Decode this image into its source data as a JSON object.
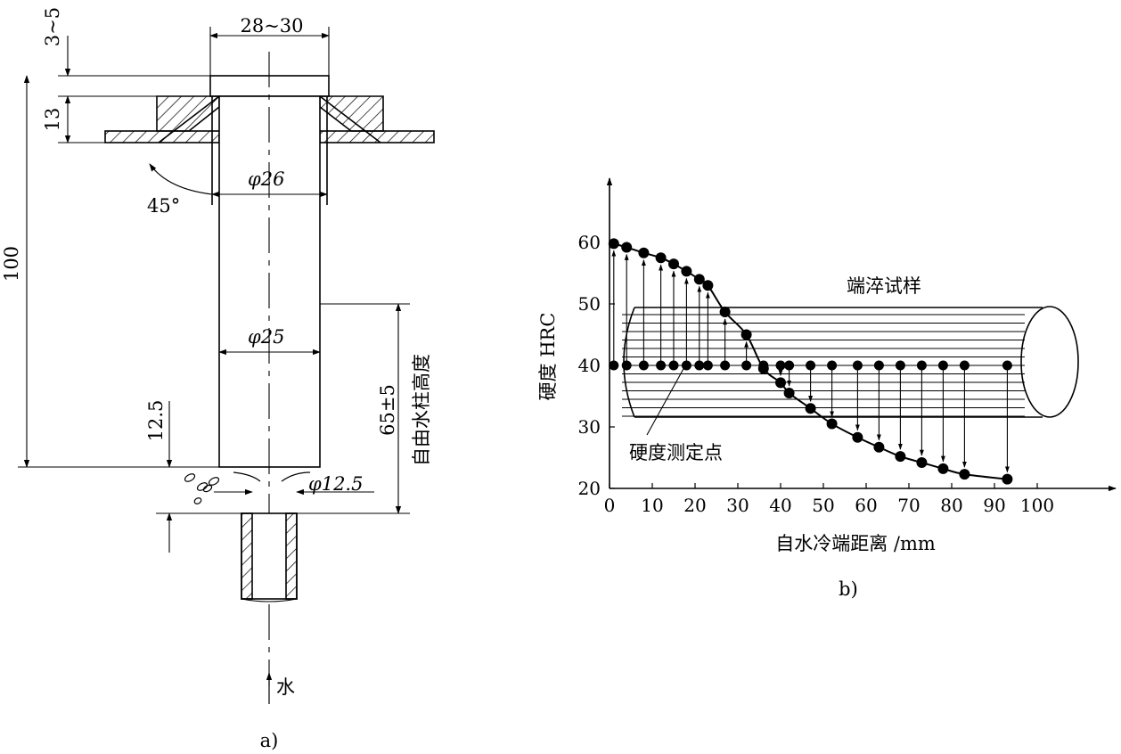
{
  "figure_a": {
    "dim_top_width": "28~30",
    "dim_gap": "3~5",
    "dim_flange": "13",
    "dim_total": "100",
    "angle": "45°",
    "dia_inner": "φ26",
    "dia_specimen": "φ25",
    "dim_offset": "12.5",
    "dia_nozzle": "φ12.5",
    "dim_water_col": "65±5",
    "water_col_label": "自由水柱高度",
    "water_label": "水",
    "caption": "a)"
  },
  "figure_b": {
    "specimen_label": "端淬试样",
    "points_label": "硬度测定点",
    "caption": "b)"
  },
  "chart_data": {
    "type": "line",
    "title": "",
    "xlabel": "自水冷端距离 /mm",
    "ylabel": "硬度 HRC",
    "xlim": [
      0,
      100
    ],
    "ylim": [
      20,
      60
    ],
    "x_ticks": [
      "0",
      "10",
      "20",
      "30",
      "40",
      "50",
      "60",
      "70",
      "80",
      "90",
      "100"
    ],
    "y_ticks": [
      "20",
      "30",
      "40",
      "50",
      "60"
    ],
    "grid": false,
    "series": [
      {
        "x": [
          1,
          4,
          8,
          12,
          15,
          18,
          21,
          23,
          27,
          32,
          36,
          40,
          42,
          47,
          52,
          58,
          63,
          68,
          73,
          78,
          83,
          93
        ],
        "y": [
          59.8,
          59.2,
          58.3,
          57.5,
          56.5,
          55.3,
          54.0,
          53.0,
          48.7,
          45.0,
          39.5,
          37.2,
          35.5,
          33.0,
          30.5,
          28.3,
          26.7,
          25.2,
          24.2,
          23.2,
          22.3,
          21.5
        ]
      }
    ]
  }
}
